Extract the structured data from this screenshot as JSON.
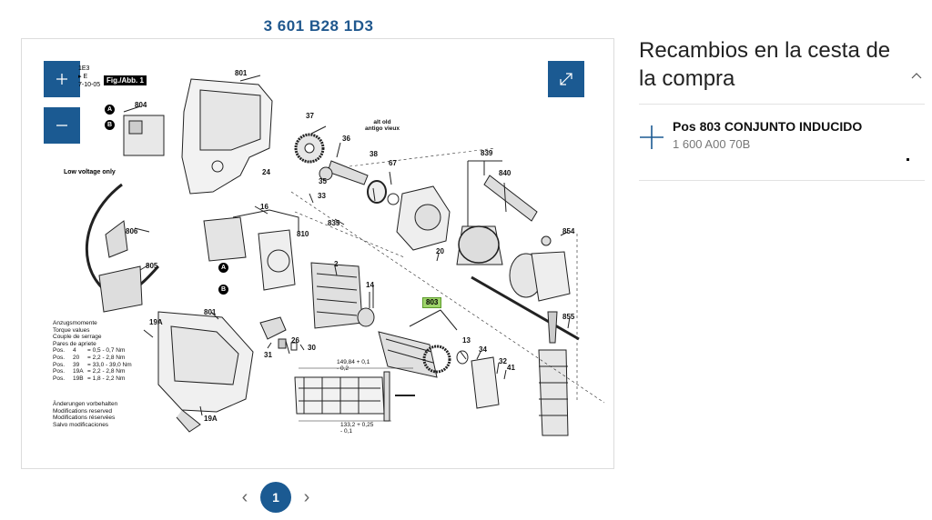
{
  "diagram": {
    "title": "3 601 B28 1D3",
    "header_code": [
      "1E3",
      "▸ E",
      "7-10-05"
    ],
    "fig_label": "Fig./Abb. 1",
    "low_voltage": "Low voltage only",
    "highlighted_part": "803",
    "part_labels": [
      "801",
      "804",
      "24",
      "37",
      "36",
      "alt old antigo vieux",
      "38",
      "67",
      "35",
      "33",
      "835",
      "839",
      "840",
      "16",
      "810",
      "806",
      "805",
      "20",
      "854",
      "2",
      "14",
      "801",
      "19A",
      "31",
      "26",
      "30",
      "13",
      "34",
      "32",
      "41",
      "855",
      "19A"
    ],
    "callouts": [
      "A",
      "B",
      "A",
      "B"
    ],
    "torque_header": [
      "Anzugsmomente",
      "Torque values",
      "Couple de serrage",
      "Pares de apriete"
    ],
    "torque_rows": [
      [
        "Pos.",
        "4",
        "=",
        "0,5 - 0,7 Nm"
      ],
      [
        "Pos.",
        "20",
        "=",
        "2,2 - 2,8 Nm"
      ],
      [
        "Pos.",
        "39",
        "=",
        "33,0 - 39,0 Nm"
      ],
      [
        "Pos.",
        "19A",
        "=",
        "2,2 - 2,8 Nm"
      ],
      [
        "Pos.",
        "19B",
        "=",
        "1,8 - 2,2 Nm"
      ]
    ],
    "changes_note": [
      "Änderungen vorbehalten",
      "Modifications reserved",
      "Modifications réservées",
      "Salvo modificaciones"
    ],
    "dim_top": "149,84 + 0,1\n- 0,2",
    "dim_bottom": "133,2 + 0,25\n- 0,1"
  },
  "controls": {
    "zoom_in_icon": "plus-icon",
    "zoom_out_icon": "minus-icon",
    "fullscreen_icon": "expand-icon"
  },
  "pagination": {
    "prev_icon": "chevron-left-icon",
    "current_page": "1",
    "next_icon": "chevron-right-icon"
  },
  "cart_panel": {
    "title": "Recambios en la cesta de la compra",
    "collapse_icon": "chevron-up-icon",
    "items": [
      {
        "title": "Pos 803 CONJUNTO INDUCIDO",
        "code": "1 600 A00 70B",
        "add_icon": "plus-icon"
      }
    ]
  },
  "colors": {
    "accent": "#1b5a92",
    "highlight": "#9ed46a",
    "title": "#20588e"
  }
}
